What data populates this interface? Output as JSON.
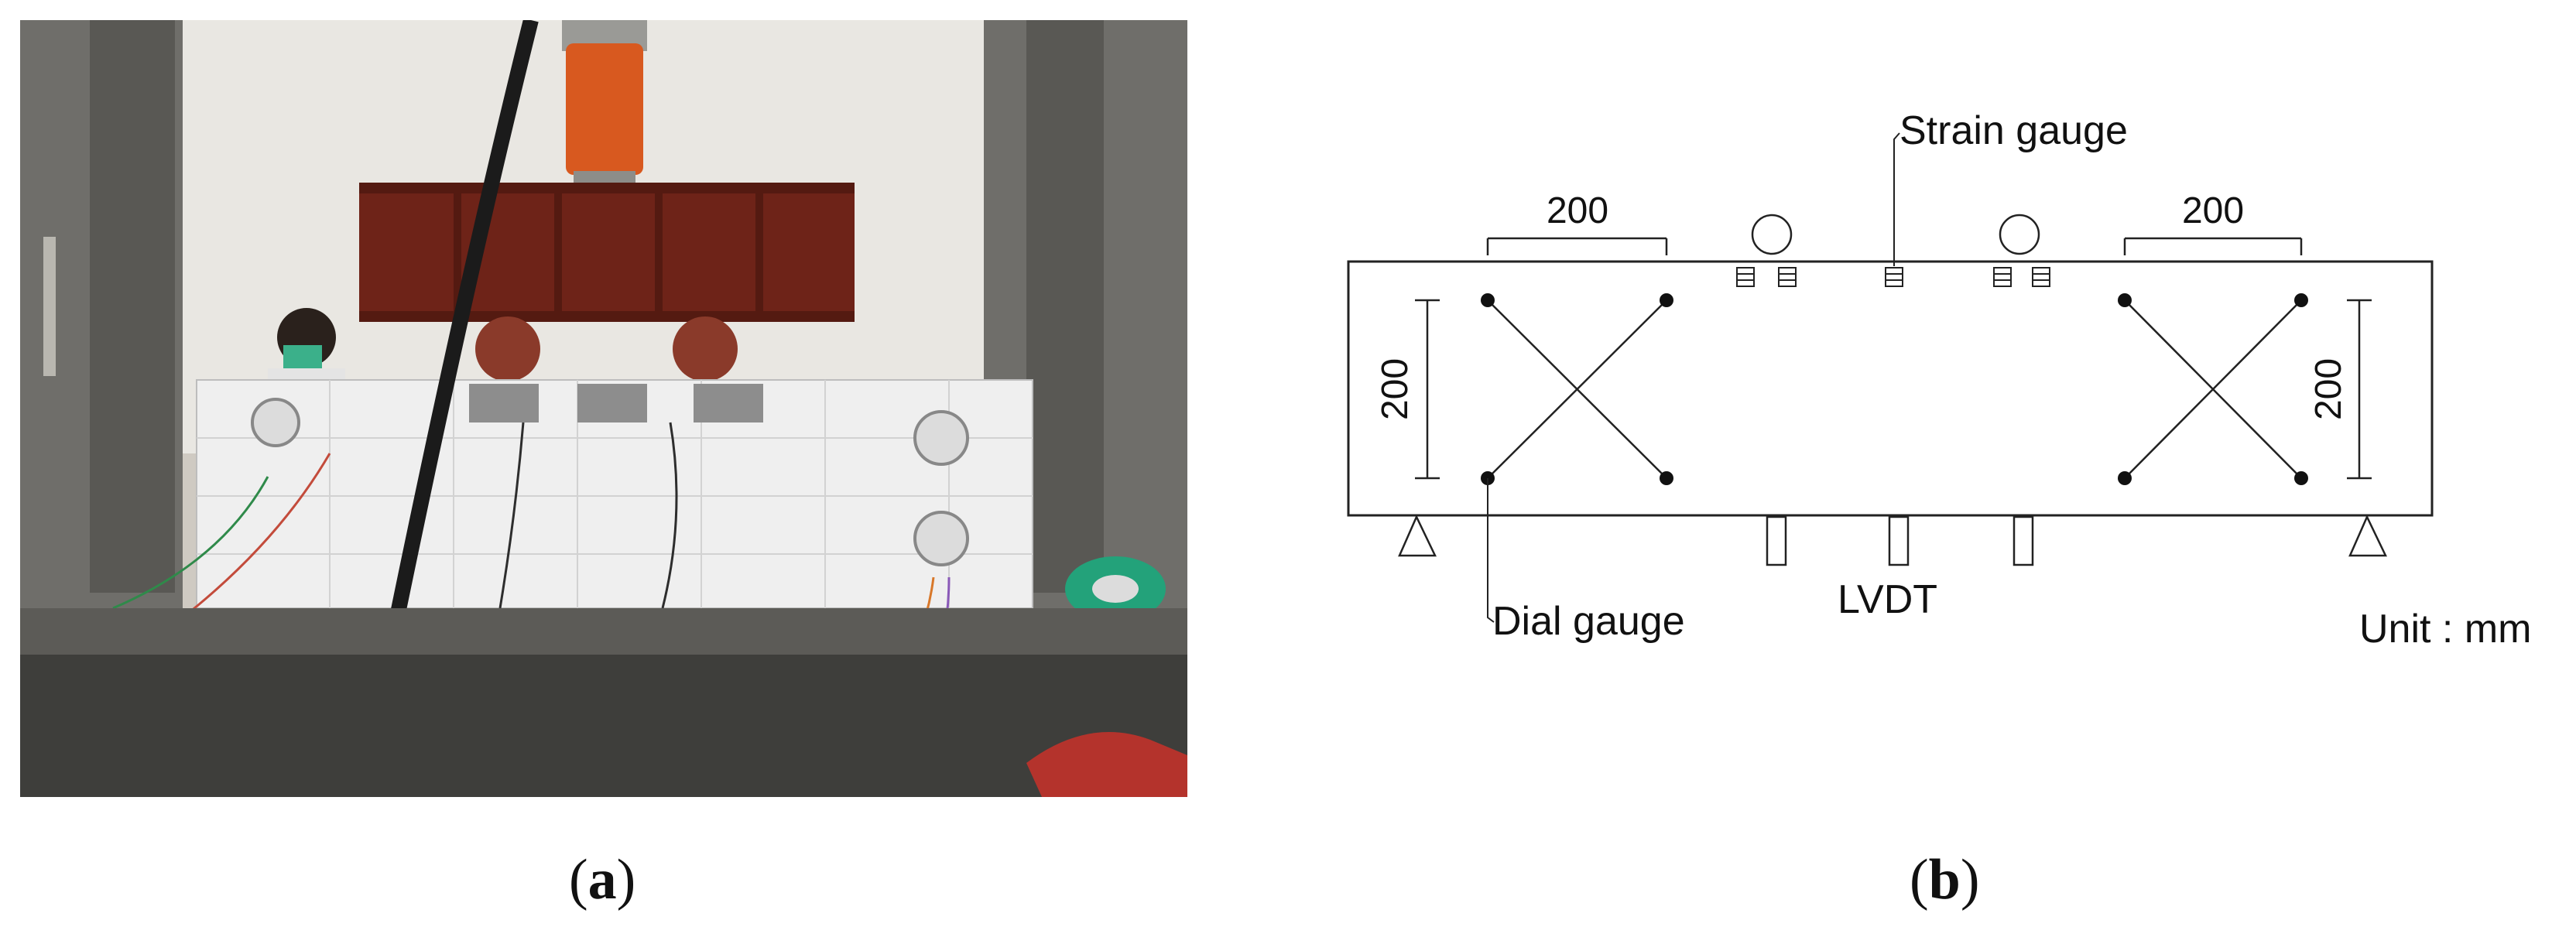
{
  "captions": {
    "a": "a",
    "b": "b"
  },
  "diagram": {
    "dim_top_left": "200",
    "dim_top_right": "200",
    "dim_left_vertical": "200",
    "dim_right_vertical": "200",
    "strain_gauge_label": "Strain gauge",
    "dial_gauge_label": "Dial gauge",
    "lvdt_label": "LVDT",
    "unit_label": "Unit : mm"
  }
}
